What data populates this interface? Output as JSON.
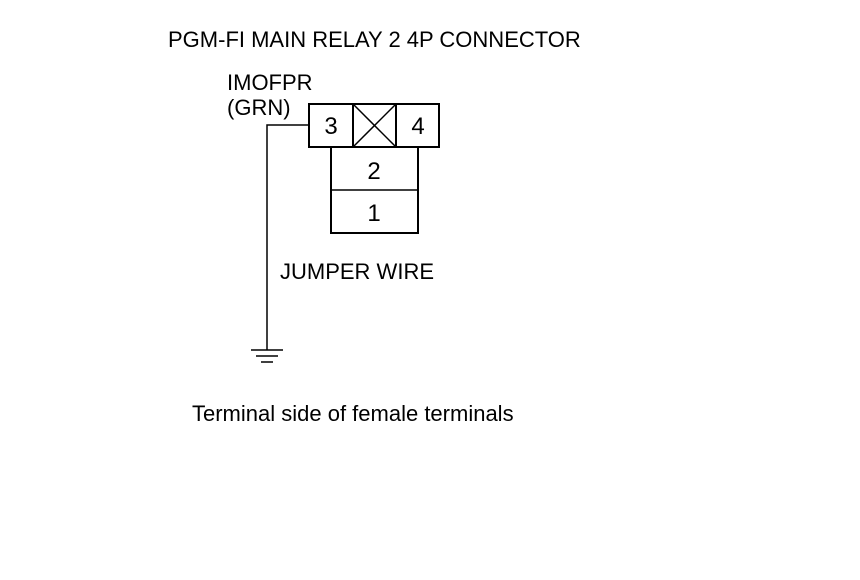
{
  "diagram": {
    "title": "PGM-FI MAIN RELAY 2 4P CONNECTOR",
    "wire": {
      "name": "IMOFPR",
      "color_code": "(GRN)"
    },
    "jumper_label": "JUMPER WIRE",
    "view_note": "Terminal side of female terminals",
    "terminals": {
      "t1": "1",
      "t2": "2",
      "t3": "3",
      "t4": "4"
    },
    "empty_cavity_icon": "crossed-box-icon",
    "ground_icon": "ground-symbol-icon"
  }
}
